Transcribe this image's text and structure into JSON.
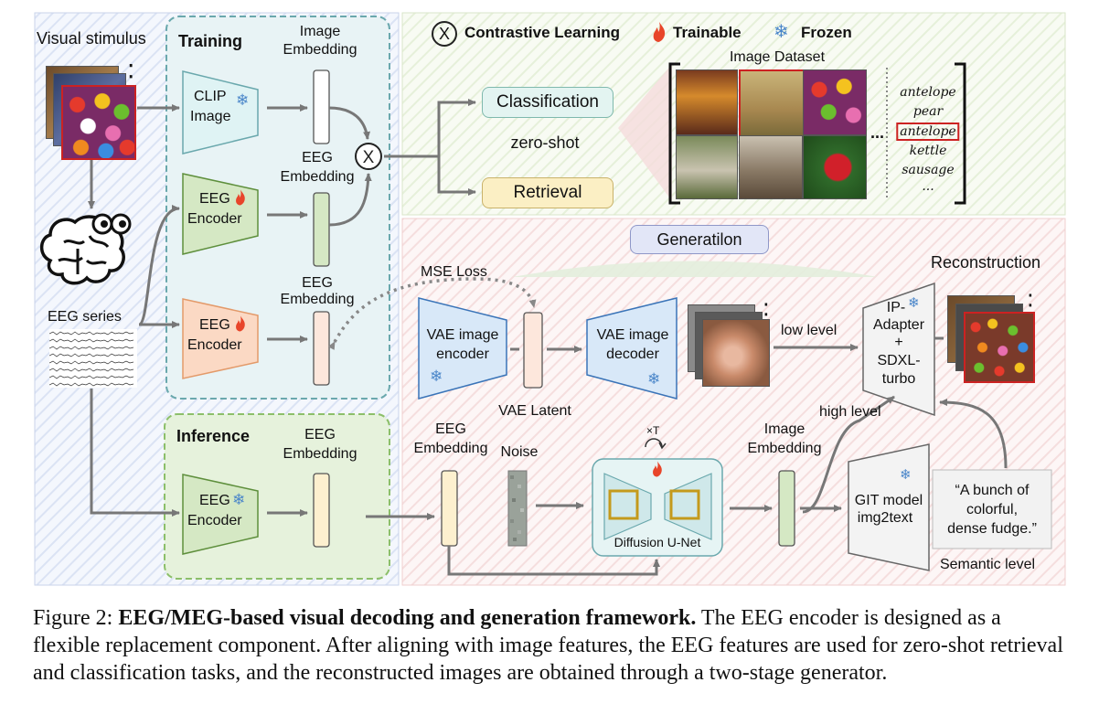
{
  "legend": {
    "contrastive_symbol": "X",
    "contrastive_label": "Contrastive Learning",
    "trainable_label": "Trainable",
    "frozen_label": "Frozen"
  },
  "left": {
    "visual_stimulus": "Visual stimulus",
    "eeg_series": "EEG series"
  },
  "training": {
    "title": "Training",
    "image_embedding": [
      "Image",
      "Embedding"
    ],
    "clip": [
      "CLIP",
      "Image"
    ],
    "eeg_encoder": [
      "EEG",
      "Encoder"
    ],
    "eeg_embedding_1": [
      "EEG",
      "Embedding"
    ],
    "eeg_embedding_2": [
      "EEG",
      "Embedding"
    ],
    "eeg_encoder_2": [
      "EEG",
      "Encoder"
    ]
  },
  "zero_shot": {
    "classification": "Classification",
    "zero_shot": "zero-shot",
    "retrieval": "Retrieval",
    "dataset_title": "Image Dataset",
    "ellipsis": "...",
    "labels": [
      "antelope",
      "pear",
      "antelope",
      "kettle",
      "sausage",
      "..."
    ]
  },
  "generation": {
    "title": "Generatilon",
    "mse_loss": "MSE Loss",
    "vae_encoder": [
      "VAE image",
      "encoder"
    ],
    "vae_latent": "VAE Latent",
    "vae_decoder": [
      "VAE image",
      "decoder"
    ],
    "low_level": "low level",
    "high_level": "high level",
    "reconstruction": "Reconstruction",
    "ip_adapter": [
      "IP-",
      "Adapter",
      "+",
      "SDXL-",
      "turbo"
    ],
    "eeg_embedding": [
      "EEG",
      "Embedding"
    ],
    "noise": "Noise",
    "times_t": "×T",
    "diffusion": "Diffusion U-Net",
    "image_embedding": [
      "Image",
      "Embedding"
    ],
    "git_model": [
      "GIT model",
      "img2text"
    ],
    "caption_quote": [
      "“A bunch of",
      "colorful,",
      "dense fudge.”"
    ],
    "semantic_level": "Semantic level"
  },
  "inference": {
    "title": "Inference",
    "eeg_embedding": [
      "EEG",
      "Embedding"
    ],
    "eeg_encoder": [
      "EEG",
      "Encoder"
    ]
  },
  "figure_caption": {
    "prefix": "Figure 2: ",
    "bold": "EEG/MEG-based visual decoding and generation framework.",
    "rest": " The EEG encoder is designed as a flexible replacement component. After aligning with image features, the EEG features are used for zero-shot retrieval and classification tasks, and the reconstructed images are obtained through a two-stage generator."
  },
  "colors": {
    "training_bg": "#e8f3f5",
    "training_border": "#6aa8ad",
    "inference_bg": "#e6f2dc",
    "inference_border": "#8cbf6a",
    "clip_fill": "#dff3f4",
    "eeg_enc_green": "#d5e8c4",
    "eeg_enc_orange": "#fbd9c4",
    "vae_fill": "#d8e8f8",
    "classification_fill": "#e3f4f1",
    "retrieval_fill": "#fbefc4",
    "generation_fill": "#e2e6f7",
    "flame": "#e8452a",
    "snow": "#4a86c9"
  }
}
